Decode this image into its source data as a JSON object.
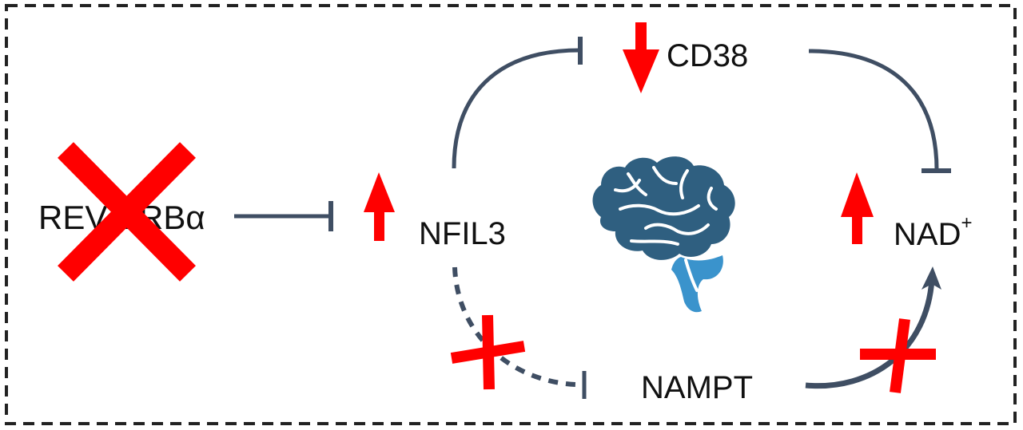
{
  "diagram": {
    "title": "REV-ERBα – NFIL3 – CD38 / NAMPT – NAD+ regulation in brain",
    "colors": {
      "line": "#3f4e63",
      "red": "#ff0000",
      "brain_dark": "#2f5f80",
      "brain_light": "#3a93cc",
      "frame": "#222222"
    },
    "nodes": {
      "rev_erba": "REV-ERBα",
      "nfil3": "NFIL3",
      "cd38": "CD38",
      "nampt": "NAMPT",
      "nad": "NAD",
      "nad_superscript": "+"
    },
    "edges": [
      {
        "from": "REV-ERBα",
        "to": "NFIL3",
        "type": "inhibition",
        "style": "solid",
        "blocked": false
      },
      {
        "from": "NFIL3",
        "to": "CD38",
        "type": "inhibition",
        "style": "solid",
        "blocked": false
      },
      {
        "from": "CD38",
        "to": "NAD+",
        "type": "inhibition",
        "style": "solid",
        "blocked": false
      },
      {
        "from": "NFIL3",
        "to": "NAMPT",
        "type": "inhibition",
        "style": "dashed",
        "blocked": true
      },
      {
        "from": "NAMPT",
        "to": "NAD+",
        "type": "activation",
        "style": "solid",
        "blocked": true
      }
    ],
    "changes": [
      {
        "node": "REV-ERBα",
        "status": "knocked-out"
      },
      {
        "node": "NFIL3",
        "direction": "up"
      },
      {
        "node": "CD38",
        "direction": "down"
      },
      {
        "node": "NAD+",
        "direction": "up"
      }
    ],
    "icons": {
      "center": "brain-icon",
      "knockout": "x-cross-icon",
      "blocked": "plus-cross-icon",
      "up": "up-arrow-icon",
      "down": "down-arrow-icon"
    }
  }
}
